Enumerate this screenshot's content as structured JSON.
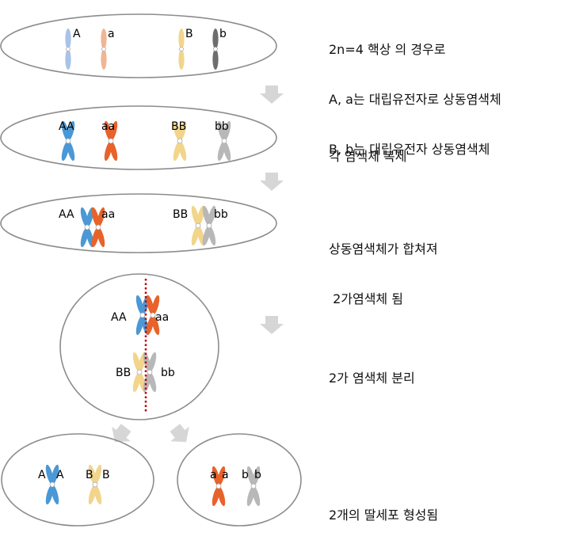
{
  "colors": {
    "blue": "#4a98d6",
    "blue_light": "#a9c2e8",
    "orange": "#e8622a",
    "orange_light": "#efb694",
    "yellow": "#f2d58c",
    "gray": "#b8b8b8",
    "gray_dark": "#6e6e6e",
    "outline": "#8c8c8c",
    "arrow": "#d6d6d6",
    "divider": "#c00000"
  },
  "stages": [
    {
      "caption_lines": [
        "2n=4 핵상 의 경우로",
        "A, a는 대립유전자로 상동염색체",
        "B, b는 대립유전자 상동염색체"
      ],
      "chromosome_labels": [
        "A",
        "a",
        "B",
        "b"
      ]
    },
    {
      "caption_lines": [
        "각 염색체 복제"
      ],
      "chromosome_labels": [
        "AA",
        "aa",
        "BB",
        "bb"
      ]
    },
    {
      "caption_lines": [
        "상동염색체가 합쳐져",
        " 2가염색체 됨"
      ],
      "chromosome_labels": [
        "AA",
        "aa",
        "BB",
        "bb"
      ]
    },
    {
      "caption_lines": [
        "2가 염색체 분리"
      ],
      "chromosome_labels": [
        "AA",
        "aa",
        "BB",
        "bb"
      ]
    },
    {
      "caption_lines": [
        "2개의 딸세포 형성됨"
      ],
      "chromosome_labels": [
        "A",
        "A",
        "B",
        "B",
        "a",
        "a",
        "b",
        "b"
      ]
    }
  ]
}
